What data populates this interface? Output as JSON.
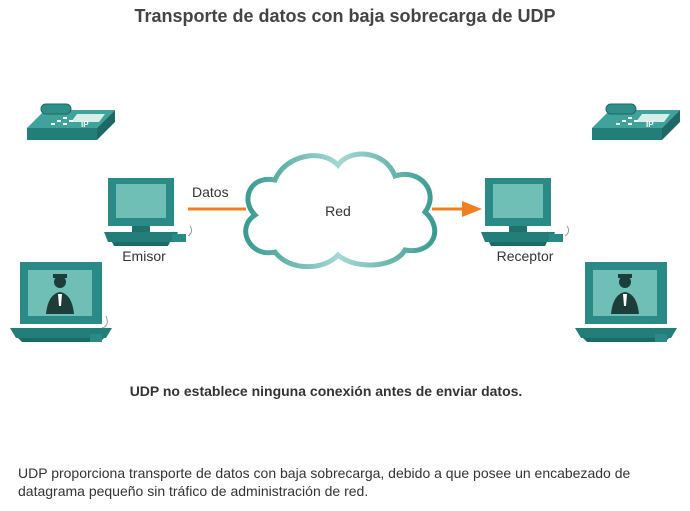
{
  "title": "Transporte de datos con baja sobrecarga de UDP",
  "labels": {
    "data": "Datos",
    "network": "Red",
    "sender": "Emisor",
    "receiver": "Receptor",
    "ip_badge": "IP"
  },
  "subtitle": "UDP no establece ninguna conexión antes de enviar datos.",
  "description": "UDP proporciona transporte de datos con baja sobrecarga, debido a que posee un encabezado de datagrama pequeño sin tráfico de administración de red.",
  "colors": {
    "device_teal": "#2a8a86",
    "screen": "#6fbfb7",
    "arrow": "#f07f22",
    "cloud_outline": "#6cc0b8"
  },
  "icons": [
    "ip-phone-icon",
    "workstation-icon",
    "video-endpoint-icon",
    "cloud-icon"
  ]
}
